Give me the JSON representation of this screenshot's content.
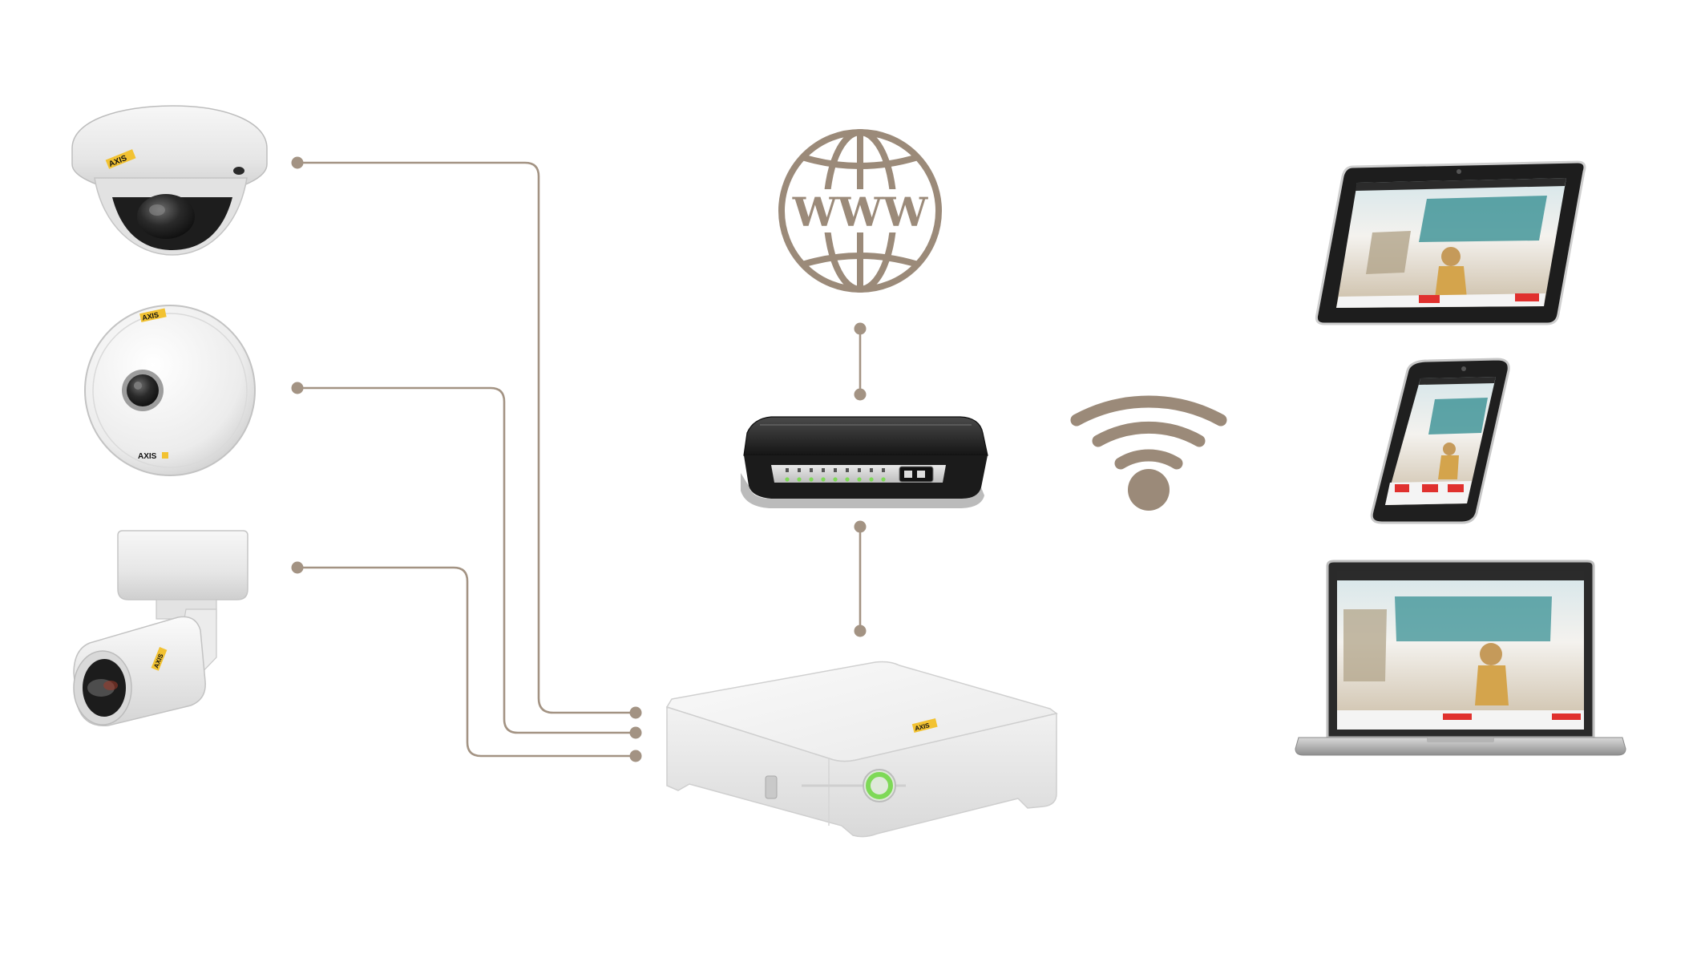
{
  "diagram": {
    "www_label": "WWW",
    "brand_label": "AXIS",
    "colors": {
      "connector": "#a39383",
      "globe": "#9b8a79",
      "wifi": "#9b8a79",
      "background": "#ffffff",
      "screen_accent": "#e0312e",
      "led_green": "#7ed957"
    },
    "nodes": [
      {
        "name": "dome-camera",
        "icon": "dome-camera-icon"
      },
      {
        "name": "fisheye-camera",
        "icon": "panoramic-camera-icon"
      },
      {
        "name": "bullet-camera",
        "icon": "bullet-camera-icon"
      },
      {
        "name": "internet",
        "icon": "globe-www-icon"
      },
      {
        "name": "router",
        "icon": "router-icon"
      },
      {
        "name": "recorder",
        "icon": "recorder-icon"
      },
      {
        "name": "wifi",
        "icon": "wifi-icon"
      },
      {
        "name": "tablet",
        "icon": "tablet-icon"
      },
      {
        "name": "smartphone",
        "icon": "smartphone-icon"
      },
      {
        "name": "laptop",
        "icon": "laptop-icon"
      }
    ]
  }
}
